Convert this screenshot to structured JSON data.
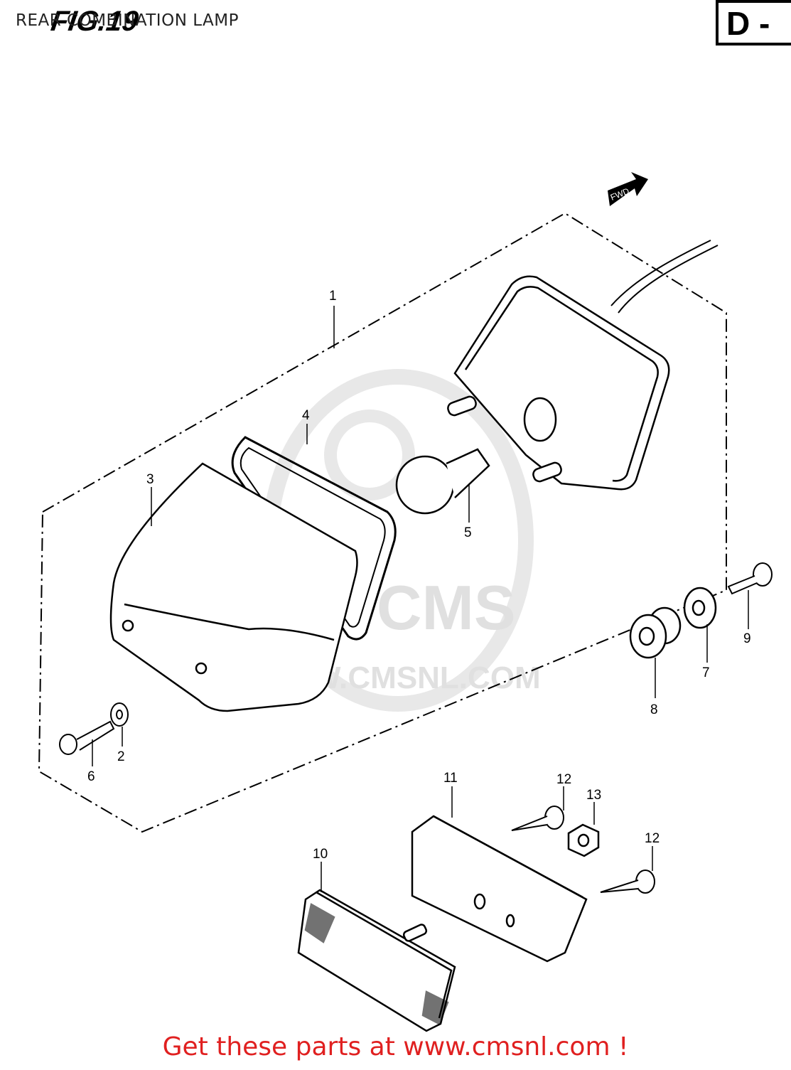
{
  "header": {
    "title": "REAR COMBINATION LAMP",
    "figure_label": "FIG.19",
    "section_code": "D -"
  },
  "watermark": {
    "brand": "CMS",
    "url": "WWW.CMSNL.COM"
  },
  "direction_arrow": {
    "label": "FWD"
  },
  "callouts": [
    "1",
    "2",
    "3",
    "4",
    "5",
    "6",
    "7",
    "8",
    "9",
    "10",
    "11",
    "12",
    "13",
    "12"
  ],
  "footer": {
    "text": "Get these parts at www.cmsnl.com !"
  }
}
